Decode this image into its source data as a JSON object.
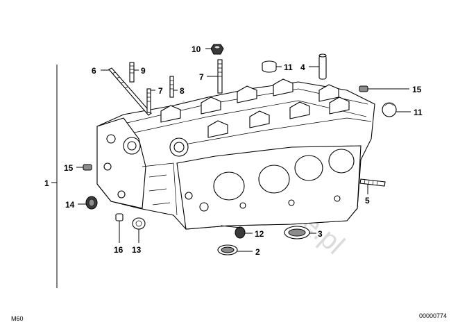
{
  "callouts": {
    "c1": "1",
    "c2": "2",
    "c3": "3",
    "c4": "4",
    "c5": "5",
    "c6": "6",
    "c7a": "7",
    "c7b": "7",
    "c8": "8",
    "c9": "9",
    "c10": "10",
    "c11a": "11",
    "c11b": "11",
    "c12": "12",
    "c13": "13",
    "c14": "14",
    "c15a": "15",
    "c15b": "15",
    "c16": "16"
  },
  "footer": {
    "model": "M60",
    "diagram_id": "00000774"
  },
  "watermark": "www.bmwstore.pl"
}
